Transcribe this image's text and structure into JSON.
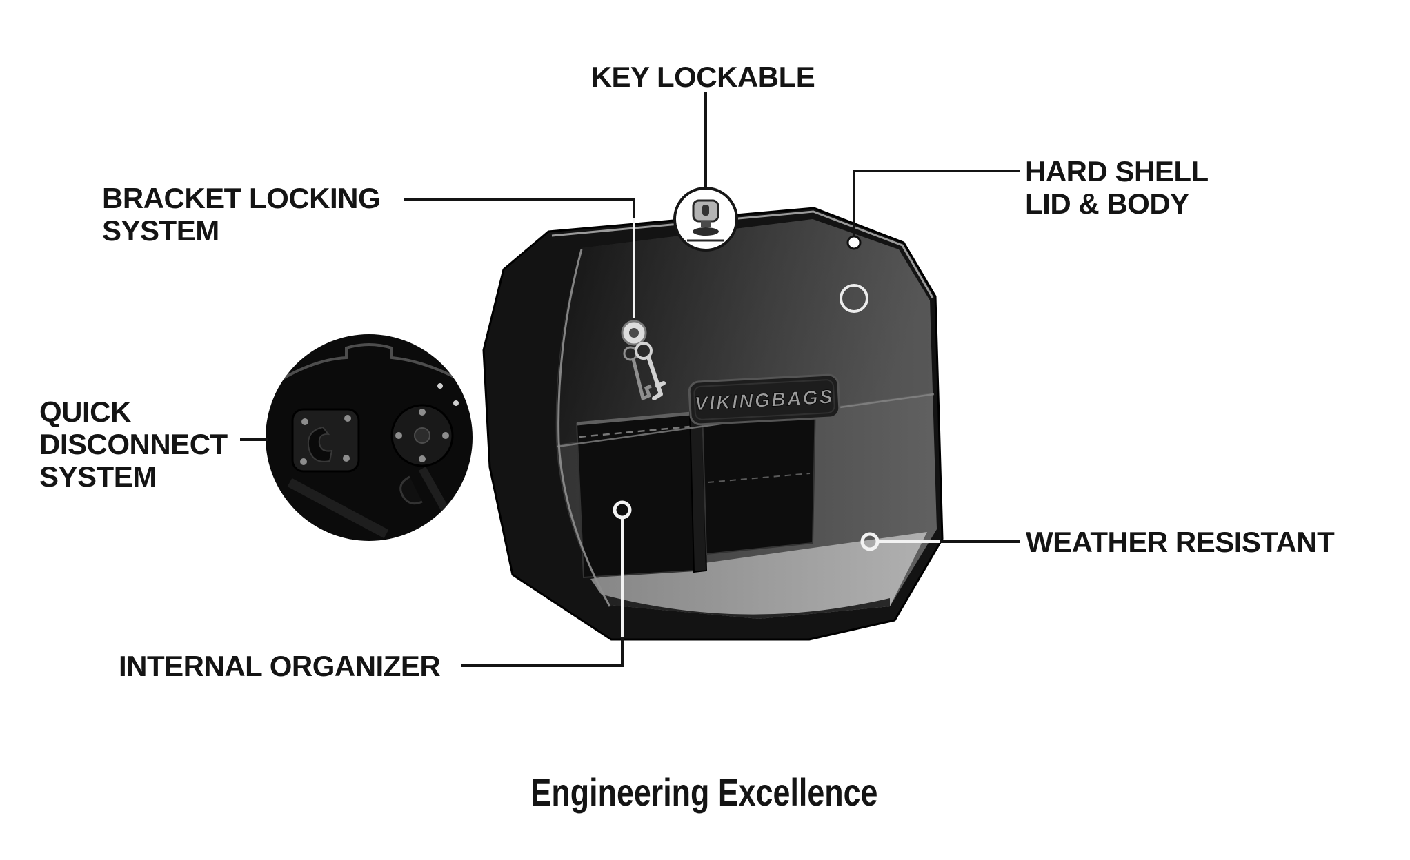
{
  "brand_plate": "VIKINGBAGS",
  "footer_title": "Engineering Excellence",
  "callouts": {
    "key_lockable": {
      "line1": "KEY LOCKABLE"
    },
    "bracket_locking": {
      "line1": "BRACKET LOCKING",
      "line2": "SYSTEM"
    },
    "hard_shell": {
      "line1": "HARD SHELL",
      "line2": "LID & BODY"
    },
    "quick_disconnect": {
      "line1": "QUICK",
      "line2": "DISCONNECT",
      "line3": "SYSTEM"
    },
    "weather_resistant": {
      "line1": "WEATHER RESISTANT"
    },
    "internal_organizer": {
      "line1": "INTERNAL ORGANIZER"
    }
  },
  "colors": {
    "background": "#ffffff",
    "text": "#141414",
    "leader_line_dark": "#141414",
    "leader_line_light": "#f2f2f2",
    "bag_shell": "#131313",
    "interior_floor": "#b9b9b9"
  }
}
